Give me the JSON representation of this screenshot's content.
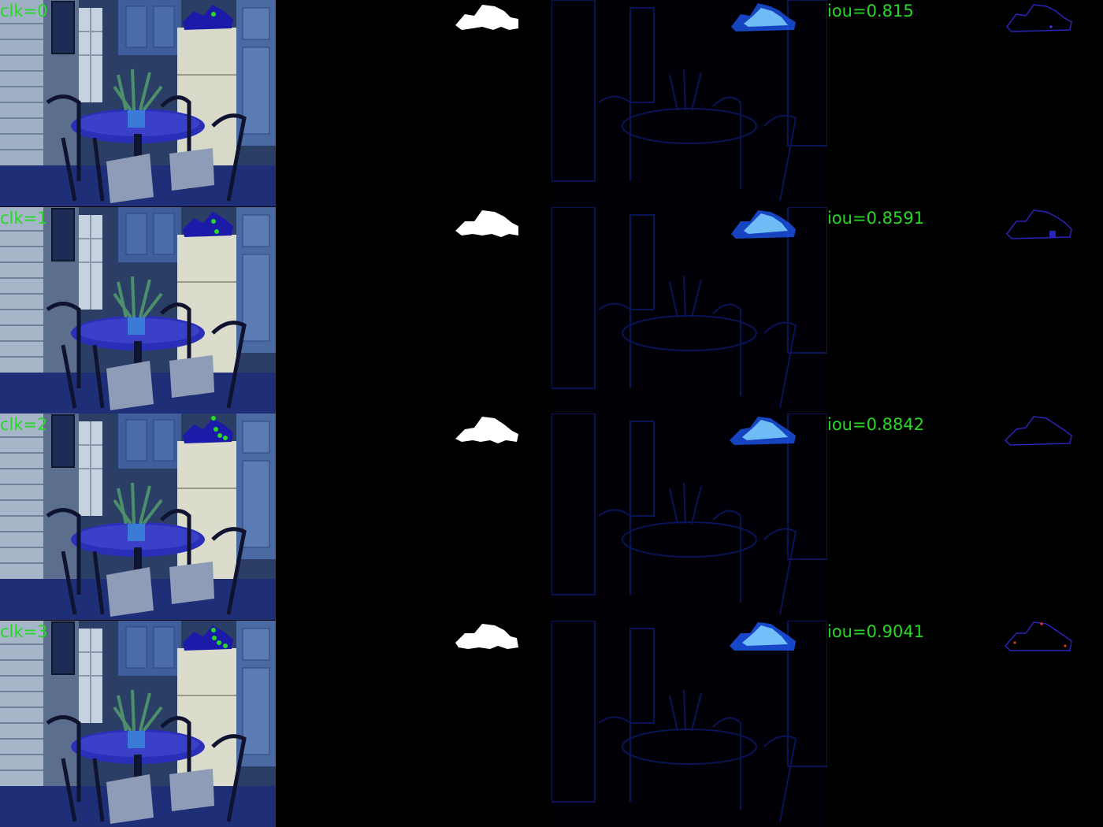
{
  "colors": {
    "label_green": "#27d827",
    "background": "#000000",
    "mask_white": "#ffffff",
    "heat_blue": "#1e5bff",
    "error_red": "#d23a1e"
  },
  "rows": [
    {
      "click_label": "clk=0",
      "iou_label": "iou=0.815",
      "click_points": 1
    },
    {
      "click_label": "clk=1",
      "iou_label": "iou=0.8591",
      "click_points": 2
    },
    {
      "click_label": "clk=2",
      "iou_label": "iou=0.8842",
      "click_points": 4
    },
    {
      "click_label": "clk=3",
      "iou_label": "iou=0.9041",
      "click_points": 4
    }
  ],
  "icons": {
    "click_point": "green-dot-icon"
  }
}
